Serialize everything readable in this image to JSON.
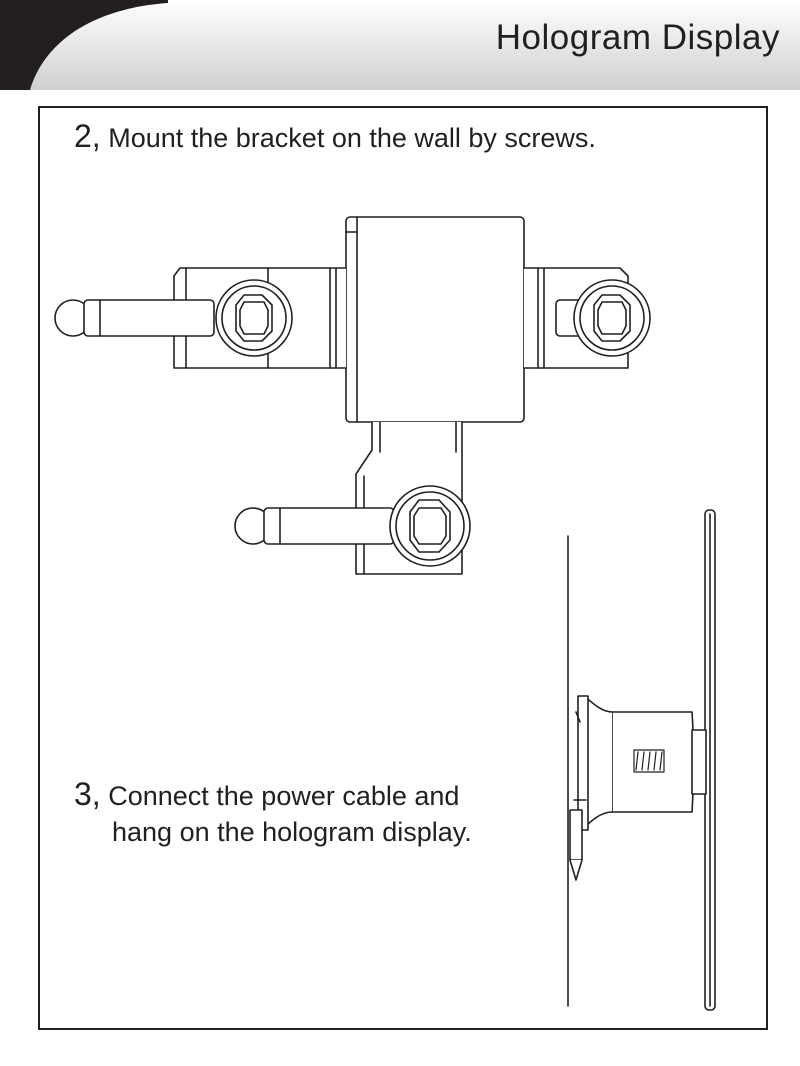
{
  "header": {
    "title": "Hologram Display"
  },
  "steps": [
    {
      "number": "2,",
      "text": "Mount the bracket on the wall by screws."
    },
    {
      "number": "3,",
      "text_line1": "Connect the power cable and",
      "text_line2": "hang on the hologram display."
    }
  ],
  "colors": {
    "ink": "#231f20",
    "header_gradient_light": "#ffffff",
    "header_gradient_dark": "#c9c9c9"
  }
}
